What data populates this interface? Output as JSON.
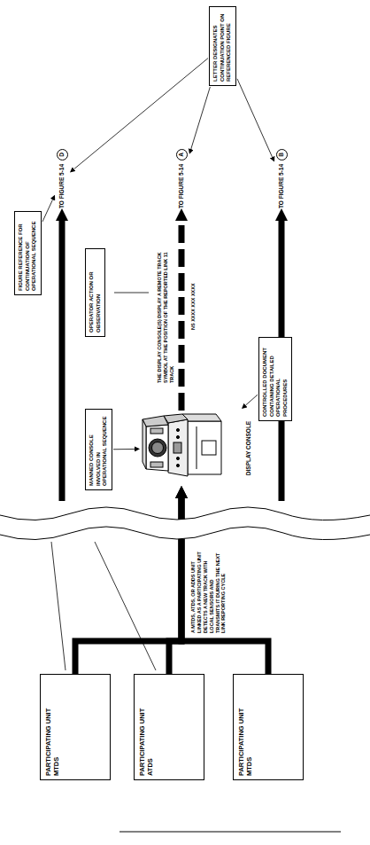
{
  "diagram": {
    "nodes": [
      {
        "text": [
          "PARTICIPATING UNIT MTDS"
        ]
      },
      {
        "text": [
          "PARTICIPATING UNIT ATDS"
        ]
      },
      {
        "text": [
          "PARTICIPATING UNIT MTDS"
        ]
      },
      {
        "text": [
          "DISPLAY CONSOLE"
        ]
      },
      {
        "text": [
          "MANNED CONSOLE INVOLVED IN OPERATIONAL SEQUENCE"
        ]
      },
      {
        "text": [
          "CONTROLLED DOCUMENT CONTAINING DETAILED OPERATIONAL PROCEDURES"
        ]
      },
      {
        "text": [
          "OPERATOR ACTION OR OBSERVATION"
        ]
      },
      {
        "text": [
          "FIGURE REFERENCE FOR CONTINUATION OF OPERATIONAL SEQUENCE"
        ]
      },
      {
        "text": [
          "TO FIGURE 5-14",
          "D"
        ]
      },
      {
        "text": [
          "TO FIGURE 5-14",
          "A"
        ]
      },
      {
        "text": [
          "TO FIGURE 5-14",
          "B"
        ]
      },
      {
        "text": [
          "LETTER DESIGNATES CONTINUATION POINT ON REFERENCED FIGURE"
        ]
      }
    ],
    "edges": [
      {
        "from": 0,
        "to": 3,
        "arrow": "to"
      },
      {
        "from": 1,
        "to": 3,
        "arrow": "to",
        "label": "A MTDS, ATDS, OR ADDS UNIT LINKED AS A PARTICIPATING UNIT DETECTS A NEW TRACK WITH LOCAL SENSORS AND TRANSMITS IT DURING THE NEXT LINK REPORTING CYCLE"
      },
      {
        "from": 2,
        "to": 3,
        "arrow": "to"
      },
      {
        "from": 3,
        "to": 9,
        "arrow": "to",
        "label": "THE DISPLAY CONSOLE(S) DISPLAY A REMOTE TRACK SYMBOL AT THE POSITION OF THE REPORTED LINK 11 TRACK"
      },
      {
        "from": 4,
        "to": 3,
        "arrow": "to"
      },
      {
        "from": 5,
        "to": 3,
        "arrow": "to"
      },
      {
        "from": 11,
        "to": 8,
        "arrow": "to"
      },
      {
        "from": 11,
        "to": 9,
        "arrow": "to"
      },
      {
        "from": 11,
        "to": 10,
        "arrow": "to"
      },
      {
        "from": 7,
        "to": 8,
        "arrow": "to"
      }
    ],
    "labels": [
      "NS XXXX XXX XXXX"
    ]
  }
}
